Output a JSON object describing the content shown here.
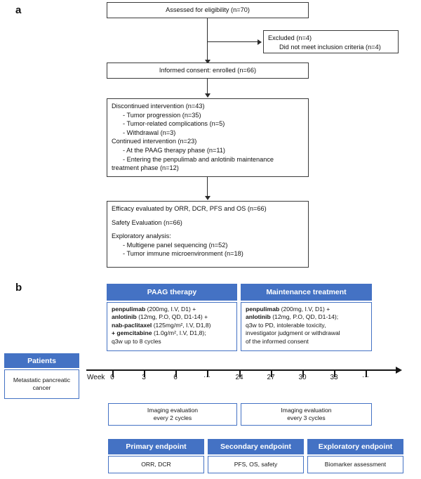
{
  "figure": {
    "panel_a_letter": "a",
    "panel_b_letter": "b"
  },
  "colors": {
    "brand_blue": "#4472C4",
    "box_border_dark": "#3B3B3B",
    "text": "#151515"
  },
  "panel_a": {
    "boxes": {
      "assessed": "Assessed for eligibility (n=70)",
      "excluded": {
        "line1": "Excluded (n=4)",
        "line2": "Did not meet inclusion criteria (n=4)"
      },
      "consent": "Informed consent: enrolled (n=66)",
      "intervention": {
        "line1": "Discontinued intervention (n=43)",
        "line2": "- Tumor progression (n=35)",
        "line3": "- Tumor-related complications (n=5)",
        "line4": "- Withdrawal (n=3)",
        "line5": "Continued intervention (n=23)",
        "line6": "- At the PAAG therapy phase (n=11)",
        "line7": "- Entering the penpulimab and anlotinib maintenance",
        "line8": "treatment phase (n=12)"
      },
      "outcomes": {
        "line1": "Efficacy evaluated by ORR, DCR, PFS and OS (n=66)",
        "line2": "Safety Evaluation (n=66)",
        "line3": "Exploratory analysis:",
        "line4": "- Multigene panel sequencing (n=52)",
        "line5": "- Tumor immune microenvironment (n=18)"
      }
    }
  },
  "panel_b": {
    "patients": {
      "header": "Patients",
      "body_line1": "Metastatic pancreatic",
      "body_line2": "cancer"
    },
    "paag": {
      "header": "PAAG therapy",
      "line1_bold": "penpulimab",
      "line1_rest": " (200mg, I.V, D1) +",
      "line2_bold": "anlotinib",
      "line2_rest": " (12mg, P.O, QD, D1-14) +",
      "line3_bold": "nab-paclitaxel",
      "line3_rest": " (125mg/m², I.V, D1,8)",
      "line4_bold": "+ gemcitabine",
      "line4_rest": " (1.0g/m², I.V, D1,8);",
      "line5": "q3w up to 8 cycles"
    },
    "maintenance": {
      "header": "Maintenance treatment",
      "line1_bold": "penpulimab",
      "line1_rest": " (200mg, I.V, D1) +",
      "line2_bold": "anlotinib",
      "line2_rest": " (12mg, P.O, QD, D1-14);",
      "line3": "q3w to PD, intolerable toxicity,",
      "line4": "investigator judgment or withdrawal",
      "line5": "of the informed consent"
    },
    "timeline": {
      "week_label": "Week",
      "ticks": [
        "0",
        "3",
        "6",
        "···",
        "24",
        "27",
        "30",
        "33",
        "···",
        ""
      ]
    },
    "imaging": {
      "left_line1": "Imaging evaluation",
      "left_line2": "every 2 cycles",
      "right_line1": "Imaging evaluation",
      "right_line2": "every 3 cycles"
    },
    "endpoints": [
      {
        "header": "Primary endpoint",
        "body": "ORR, DCR"
      },
      {
        "header": "Secondary endpoint",
        "body": "PFS, OS, safety"
      },
      {
        "header": "Exploratory endpoint",
        "body": "Biomarker assessment"
      }
    ]
  }
}
